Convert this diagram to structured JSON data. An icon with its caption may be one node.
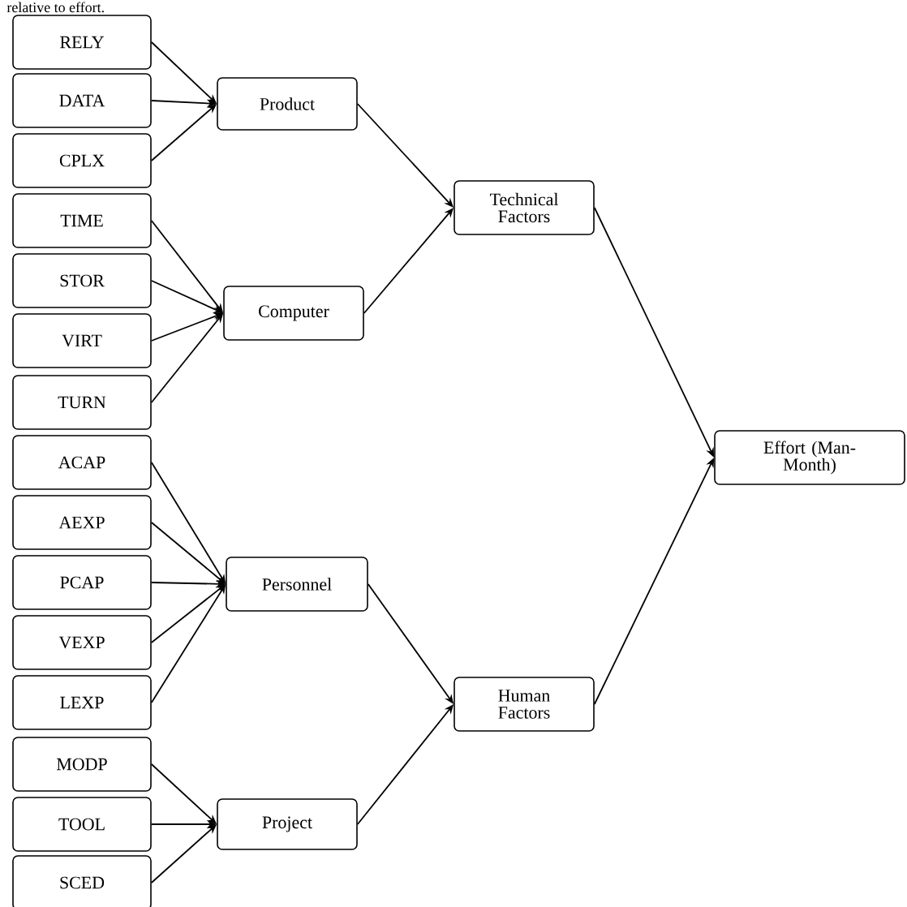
{
  "diagram": {
    "nodes": [
      {
        "text": [
          "RELY"
        ]
      },
      {
        "text": [
          "DATA"
        ]
      },
      {
        "text": [
          "CPLX"
        ]
      },
      {
        "text": [
          "TIME"
        ]
      },
      {
        "text": [
          "STOR"
        ]
      },
      {
        "text": [
          "VIRT"
        ]
      },
      {
        "text": [
          "TURN"
        ]
      },
      {
        "text": [
          "ACAP"
        ]
      },
      {
        "text": [
          "AEXP"
        ]
      },
      {
        "text": [
          "PCAP"
        ]
      },
      {
        "text": [
          "VEXP"
        ]
      },
      {
        "text": [
          "LEXP"
        ]
      },
      {
        "text": [
          "MODP"
        ]
      },
      {
        "text": [
          "TOOL"
        ]
      },
      {
        "text": [
          "SCED"
        ]
      },
      {
        "text": [
          "Product"
        ]
      },
      {
        "text": [
          "Computer"
        ]
      },
      {
        "text": [
          "Personnel"
        ]
      },
      {
        "text": [
          "Project"
        ]
      },
      {
        "text": [
          "Technical Factors"
        ]
      },
      {
        "text": [
          "Human Factors"
        ]
      },
      {
        "text": [
          "Effort (Man-Month)"
        ]
      }
    ],
    "edges": [
      {
        "from": 0,
        "to": 15,
        "arrow": "to"
      },
      {
        "from": 1,
        "to": 15,
        "arrow": "to"
      },
      {
        "from": 2,
        "to": 15,
        "arrow": "to"
      },
      {
        "from": 3,
        "to": 16,
        "arrow": "to"
      },
      {
        "from": 4,
        "to": 16,
        "arrow": "to"
      },
      {
        "from": 5,
        "to": 16,
        "arrow": "to"
      },
      {
        "from": 6,
        "to": 16,
        "arrow": "to"
      },
      {
        "from": 7,
        "to": 17,
        "arrow": "to"
      },
      {
        "from": 8,
        "to": 17,
        "arrow": "to"
      },
      {
        "from": 9,
        "to": 17,
        "arrow": "to"
      },
      {
        "from": 10,
        "to": 17,
        "arrow": "to"
      },
      {
        "from": 11,
        "to": 17,
        "arrow": "to"
      },
      {
        "from": 12,
        "to": 18,
        "arrow": "to"
      },
      {
        "from": 13,
        "to": 18,
        "arrow": "to"
      },
      {
        "from": 14,
        "to": 18,
        "arrow": "to"
      },
      {
        "from": 15,
        "to": 19,
        "arrow": "to"
      },
      {
        "from": 16,
        "to": 19,
        "arrow": "to"
      },
      {
        "from": 17,
        "to": 20,
        "arrow": "to"
      },
      {
        "from": 18,
        "to": 20,
        "arrow": "to"
      },
      {
        "from": 19,
        "to": 21,
        "arrow": "to"
      },
      {
        "from": 20,
        "to": 21,
        "arrow": "to"
      }
    ],
    "labels": [
      "relative to effort."
    ]
  }
}
